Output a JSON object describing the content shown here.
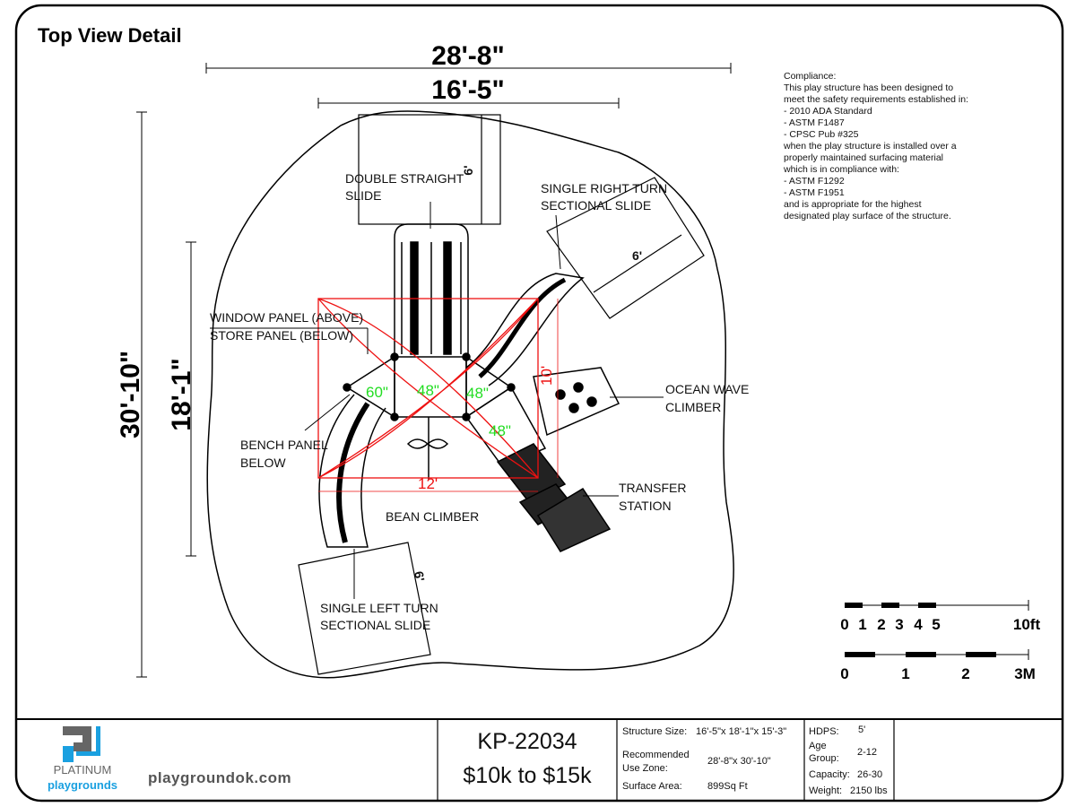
{
  "title": "Top View Detail",
  "dimensions": {
    "overall_width": "28'-8\"",
    "structure_width": "16'-5\"",
    "overall_length": "30'-10\"",
    "structure_length": "18'-1\"",
    "slide_clearance_top": "6'",
    "slide_clearance_right": "6'",
    "slide_clearance_left": "6'"
  },
  "components": {
    "double_straight_slide": [
      "DOUBLE STRAIGHT",
      "SLIDE"
    ],
    "single_right_turn": [
      "SINGLE RIGHT TURN",
      "SECTIONAL SLIDE"
    ],
    "window_panel": [
      "WINDOW PANEL (ABOVE)",
      "STORE PANEL (BELOW)"
    ],
    "bench_panel": [
      "BENCH PANEL",
      "BELOW"
    ],
    "bean_climber": "BEAN CLIMBER",
    "ocean_wave": [
      "OCEAN WAVE",
      "CLIMBER"
    ],
    "transfer_station": [
      "TRANSFER",
      "STATION"
    ],
    "single_left_turn": [
      "SINGLE LEFT TURN",
      "SECTIONAL SLIDE"
    ]
  },
  "deck_heights": [
    "60\"",
    "48\"",
    "48\"",
    "48\""
  ],
  "red_dims": {
    "width": "12'",
    "depth": "10'"
  },
  "compliance": [
    "Compliance:",
    "This play structure has been designed to",
    "meet the safety requirements established in:",
    "- 2010 ADA Standard",
    "- ASTM F1487",
    "- CPSC Pub #325",
    "when the play structure is installed over a",
    "properly maintained surfacing material",
    "which is in compliance with:",
    "- ASTM F1292",
    "- ASTM F1951",
    "and is appropriate for the highest",
    "designated play surface of the structure."
  ],
  "scale_imperial": [
    "0",
    "1",
    "2",
    "3",
    "4",
    "5",
    "10ft"
  ],
  "scale_metric": [
    "0",
    "1",
    "2",
    "3M"
  ],
  "title_block": {
    "brand_top": "PLATINUM",
    "brand_bottom": "playgrounds",
    "website": "playgroundok.com",
    "model": "KP-22034",
    "price": "$10k to $15k",
    "structure_size_label": "Structure Size:",
    "structure_size": "16'-5\"x 18'-1\"x 15'-3\"",
    "use_zone_label": [
      "Recommended",
      "Use Zone:"
    ],
    "use_zone": "28'-8\"x 30'-10\"",
    "surface_area_label": "Surface Area:",
    "surface_area": "899Sq Ft",
    "hdps_label": "HDPS:",
    "hdps": "5'",
    "age_label": [
      "Age",
      "Group:"
    ],
    "age": "2-12",
    "capacity_label": "Capacity:",
    "capacity": "26-30",
    "weight_label": "Weight:",
    "weight": "2150 lbs"
  },
  "colors": {
    "accent_blue": "#1aa0e0",
    "logo_gray": "#666666",
    "green": "#22dd22",
    "red": "#ee1111"
  }
}
